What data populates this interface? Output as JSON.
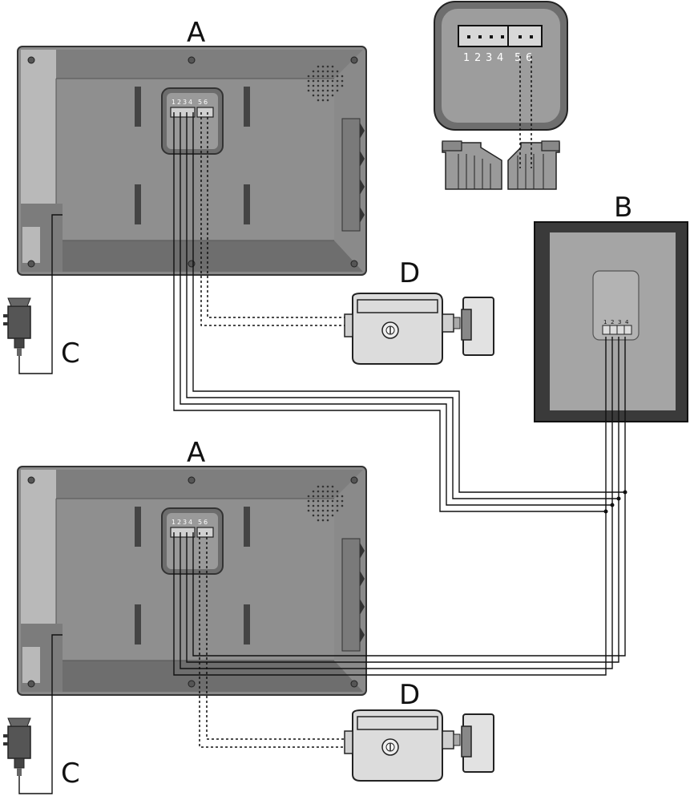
{
  "labels": {
    "monitor_top": "A",
    "monitor_bottom": "A",
    "outdoor_panel": "B",
    "power_top": "C",
    "power_bottom": "C",
    "lock_top": "D",
    "lock_bottom": "D"
  },
  "monitor_pins": [
    "1",
    "2",
    "3",
    "4",
    "5",
    "6"
  ],
  "detail_pins": [
    "1",
    "2",
    "3",
    "4",
    "5",
    "6"
  ],
  "panel_pins": [
    "1",
    "2",
    "3",
    "4"
  ]
}
